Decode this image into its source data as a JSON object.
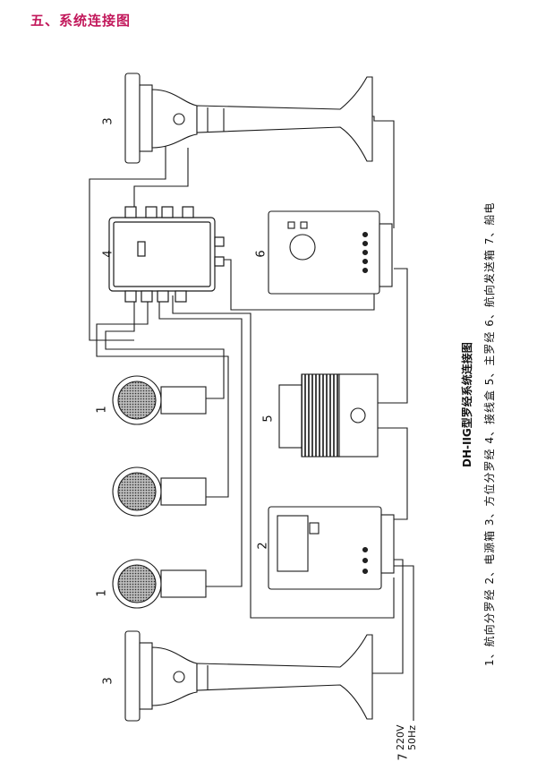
{
  "header": {
    "section_title": "五、系统连接图"
  },
  "diagram": {
    "title": "DH-IIG型罗经系统连接图",
    "legend": "1、航向分罗经 2、电源箱 3、方位分罗经 4、接线盒 5、主罗经 6、航向发送箱 7、船电",
    "power_supply": {
      "voltage": "220V",
      "frequency": "50Hz",
      "marker": "7"
    },
    "component_numbers": {
      "azimuth_top": "3",
      "junction_box": "4",
      "heading_transmitter": "6",
      "repeater_a": "1",
      "repeater_c": "1",
      "master_compass": "5",
      "power_box": "2",
      "azimuth_bottom": "3"
    }
  },
  "colors": {
    "heading": "#c2185b",
    "line": "#1a1a1a",
    "fill": "#ffffff",
    "hatch": "#555555"
  }
}
